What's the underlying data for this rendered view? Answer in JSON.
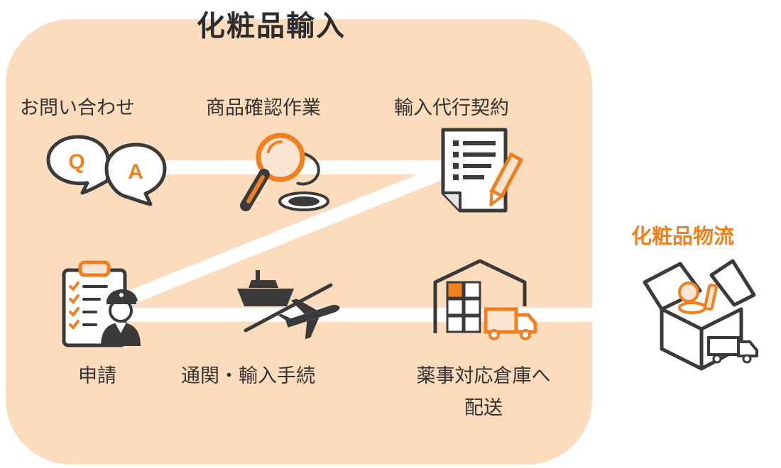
{
  "title": "化粧品輸入",
  "steps": [
    {
      "label": "お問い合わせ",
      "icon": "qa-speech-bubbles-icon"
    },
    {
      "label": "商品確認作業",
      "icon": "magnifier-product-icon"
    },
    {
      "label": "輸入代行契約",
      "icon": "contract-document-pen-icon"
    },
    {
      "label": "申請",
      "icon": "clipboard-officer-icon"
    },
    {
      "label": "通関・輸入手続",
      "icon": "ship-airplane-icon"
    },
    {
      "label": "薬事対応倉庫へ",
      "label_line2": "配送",
      "icon": "warehouse-truck-icon"
    }
  ],
  "logistics": {
    "title": "化粧品物流",
    "icon": "cosmetics-box-truck-icon"
  },
  "qa": {
    "q": "Q",
    "a": "A"
  },
  "colors": {
    "panel": "#fcdcbc",
    "accent": "#f07f1f",
    "outline": "#3a3a3a",
    "path": "#ffffff"
  }
}
